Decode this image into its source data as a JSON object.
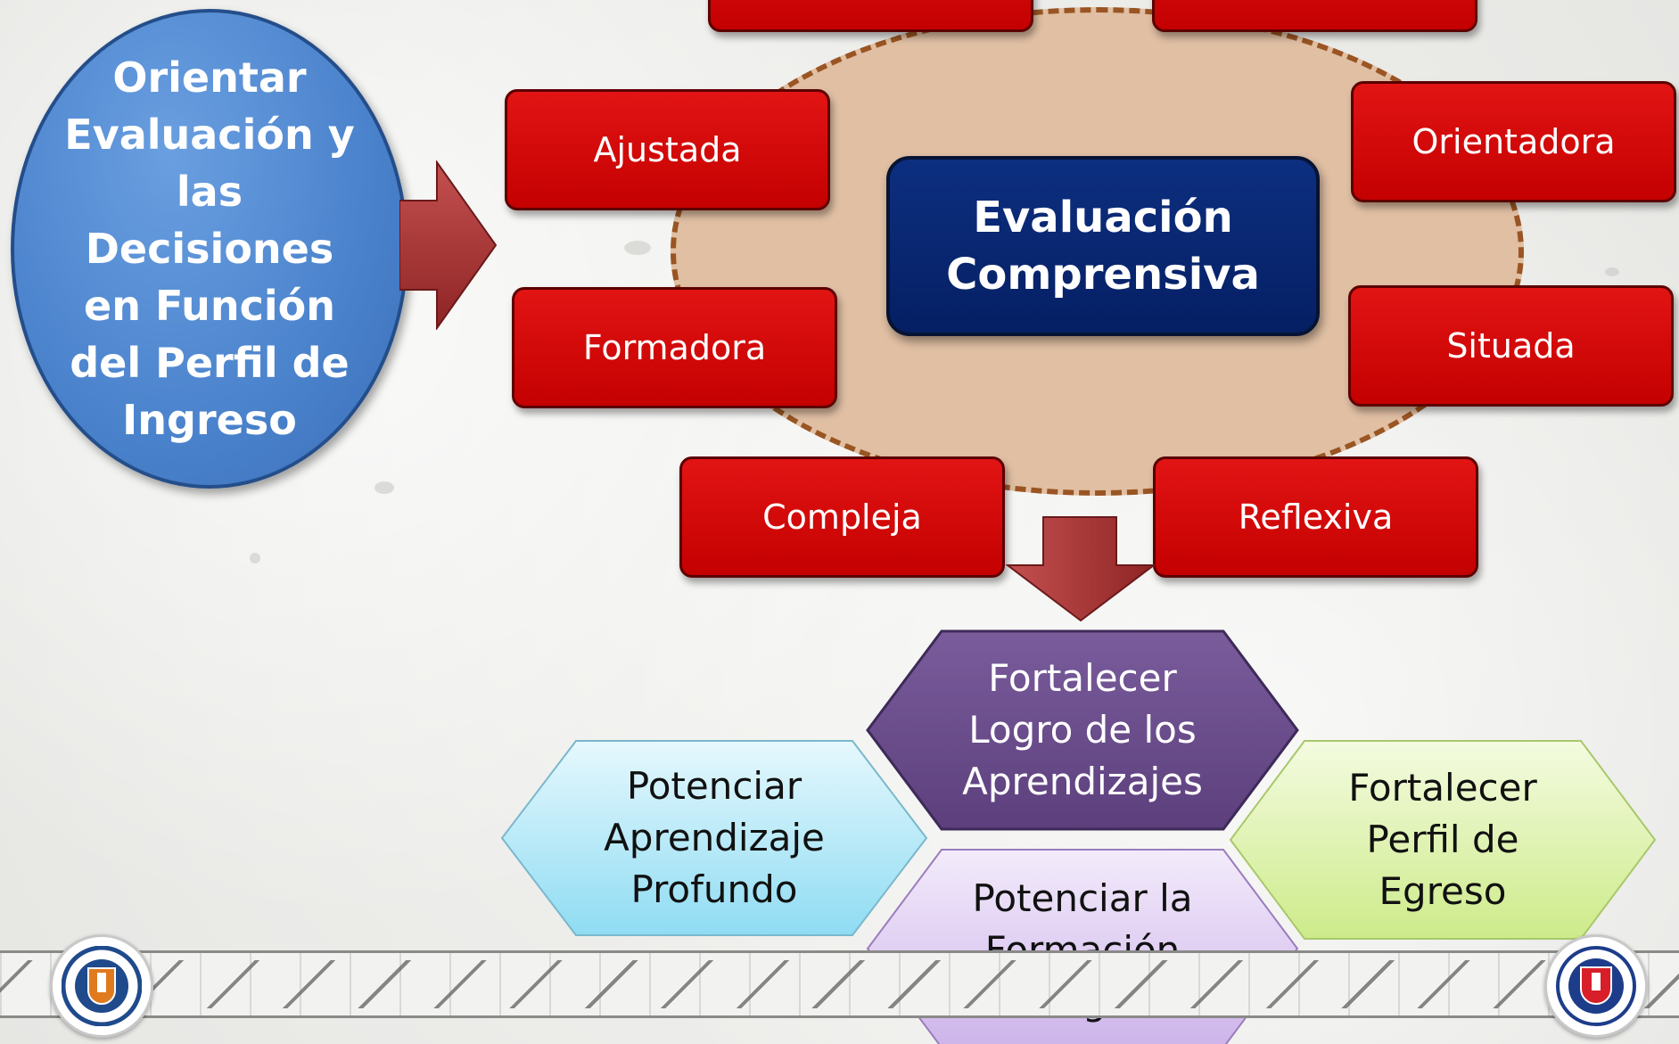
{
  "central": {
    "title": "Evaluación Comprensiva"
  },
  "oval": {
    "text": "Orientar Evaluación y las Decisiones en Función del Perfil de Ingreso"
  },
  "attributes": {
    "a1": "Ajustada",
    "a2": "Formadora",
    "a3": "Orientadora",
    "a4": "Situada",
    "a5": "Compleja",
    "a6": "Reflexiva"
  },
  "outcomes": {
    "o1": "Fortalecer Logro de los Aprendizajes",
    "o2": "Potenciar Aprendizaje Profundo",
    "o3": "Fortalecer Perfil de Egreso",
    "o4": "Potenciar la Formación Integral"
  },
  "colors": {
    "red": "#d20a0a",
    "navy": "#0a2a75",
    "blue_oval": "#4a82cc",
    "purple_hex": "#6a4d8a",
    "cyan_hex": "#bfe9f7",
    "green_hex": "#e3f5b8",
    "lavender_hex": "#dccaf0",
    "arrow": "#a83232",
    "blob": "#e0bfa3"
  }
}
